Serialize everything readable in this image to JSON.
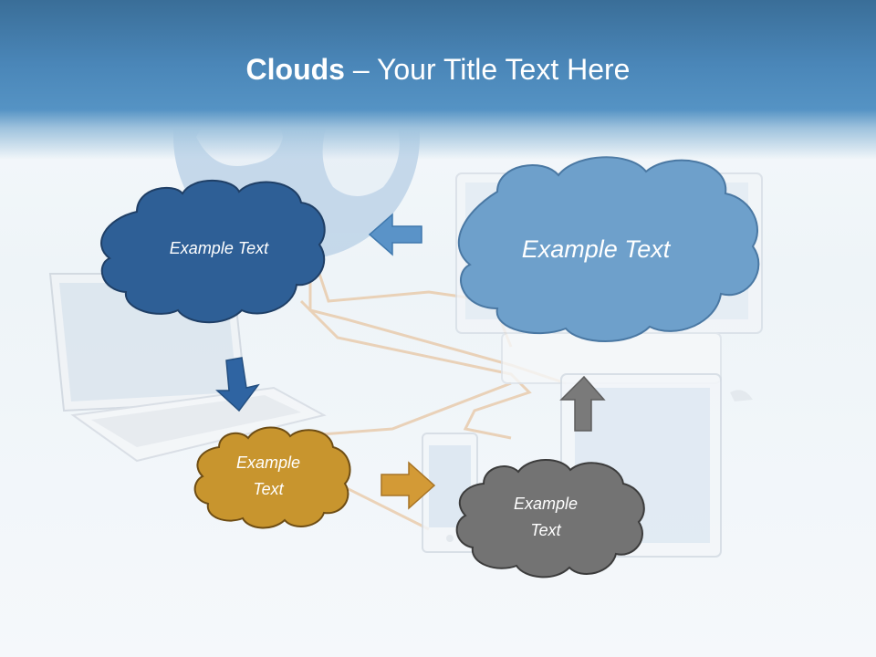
{
  "slide": {
    "title_bold": "Clouds",
    "title_dash": " – ",
    "title_rest": "Your Title Text Here"
  },
  "clouds": [
    {
      "id": "cloud-dark-blue",
      "label": "Example Text",
      "color": "#2e5f96"
    },
    {
      "id": "cloud-light-blue",
      "label": "Example Text",
      "color": "#6ea0cb"
    },
    {
      "id": "cloud-gold",
      "label_line1": "Example",
      "label_line2": "Text",
      "color": "#c8952e"
    },
    {
      "id": "cloud-gray",
      "label_line1": "Example",
      "label_line2": "Text",
      "color": "#737373"
    }
  ],
  "arrows": [
    {
      "id": "arrow-left",
      "color": "#5a93c8",
      "direction": "left"
    },
    {
      "id": "arrow-down",
      "color": "#2f64a2",
      "direction": "down"
    },
    {
      "id": "arrow-right",
      "color": "#d39a36",
      "direction": "right"
    },
    {
      "id": "arrow-up",
      "color": "#7a7a7a",
      "direction": "up"
    }
  ]
}
